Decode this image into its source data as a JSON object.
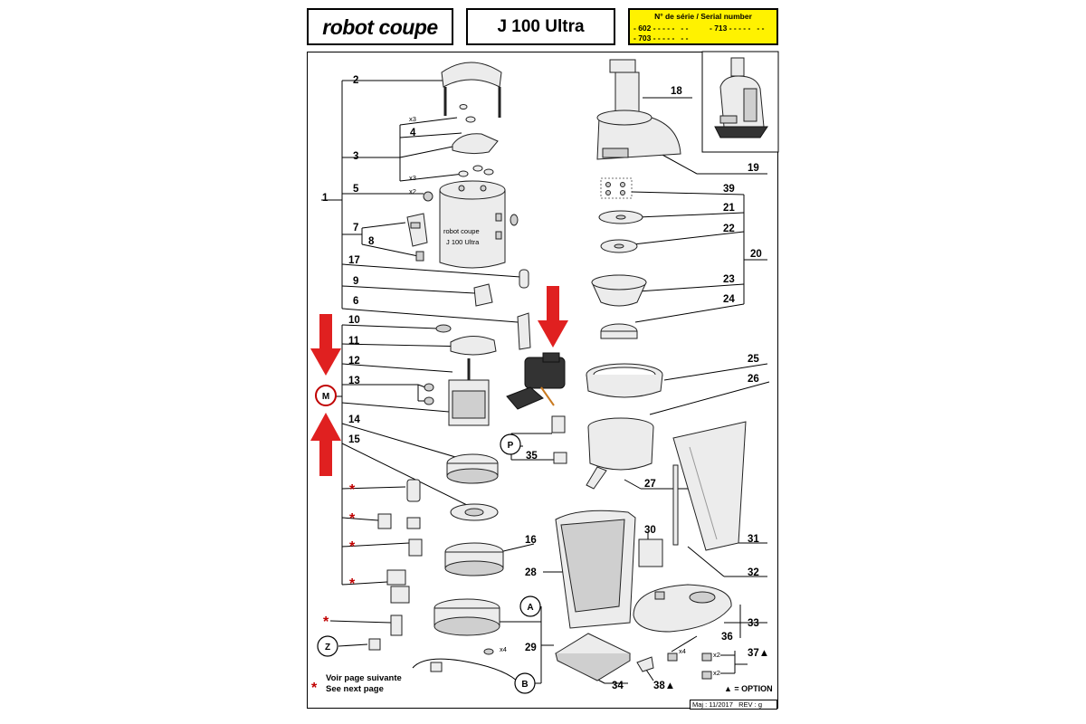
{
  "header": {
    "brand": "robot coupe",
    "model": "J 100 Ultra",
    "serial_title": "N° de série / Serial number",
    "serial_a": "- 602 - - - - -   - -",
    "serial_b": "- 713 - - - - -   - -",
    "serial_c": "- 703 - - - - -   - -"
  },
  "callouts": {
    "c1": "1",
    "c2": "2",
    "c3": "3",
    "c4": "4",
    "c5": "5",
    "c6": "6",
    "c7": "7",
    "c8": "8",
    "c9": "9",
    "c10": "10",
    "c11": "11",
    "c12": "12",
    "c13": "13",
    "c14": "14",
    "c15": "15",
    "c16": "16",
    "c17": "17",
    "c18": "18",
    "c19": "19",
    "c20": "20",
    "c21": "21",
    "c22": "22",
    "c23": "23",
    "c24": "24",
    "c25": "25",
    "c26": "26",
    "c27": "27",
    "c28": "28",
    "c29": "29",
    "c30": "30",
    "c31": "31",
    "c32": "32",
    "c33": "33",
    "c34": "34",
    "c35": "35",
    "c36": "36",
    "c37": "37▲",
    "c38": "38▲",
    "c39": "39"
  },
  "qty": {
    "x3": "x3",
    "x2": "x2",
    "x4": "x4"
  },
  "markers": {
    "M": "M",
    "P": "P",
    "A": "A",
    "B": "B",
    "Z": "Z",
    "star": "*"
  },
  "legend": {
    "see_next_fr": "Voir page suivante",
    "see_next_en": "See next page",
    "option": "▲ = OPTION"
  },
  "footer": {
    "text": "Maj : 11/2017   REV : g"
  },
  "colors": {
    "highlight": "#fff200",
    "arrow": "#e02020",
    "star": "#c00000"
  }
}
